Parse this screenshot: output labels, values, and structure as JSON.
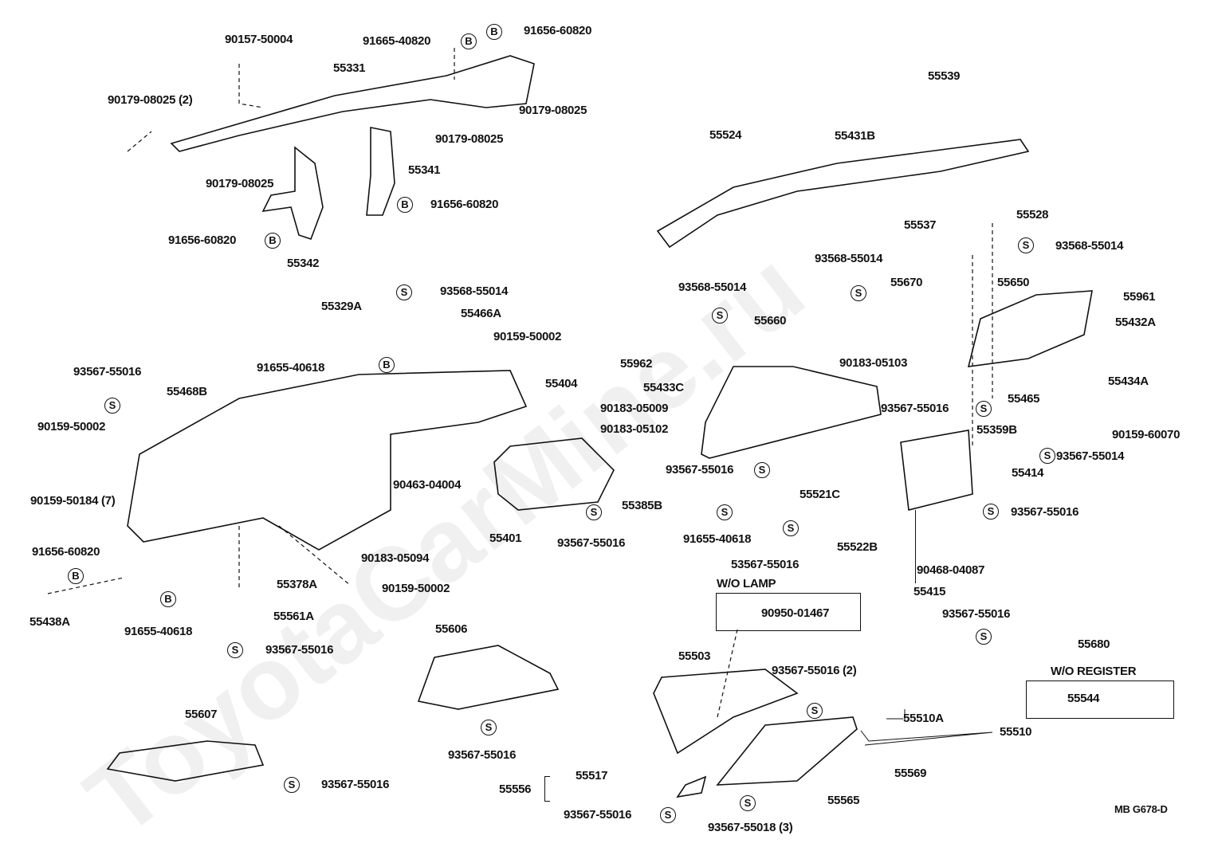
{
  "watermark": "ToyotaCarMine.ru",
  "diagram_code": "MB G678-D",
  "notes": {
    "wo_lamp": "W/O LAMP",
    "wo_register": "W/O REGISTER"
  },
  "markers": {
    "s": "S",
    "b": "B"
  },
  "labels": [
    "90157-50004",
    "91665-40820",
    "91656-60820",
    "55331",
    "90179-08025 (2)",
    "90179-08025",
    "90179-08025",
    "55341",
    "90179-08025",
    "91656-60820",
    "91656-60820",
    "55342",
    "55539",
    "55524",
    "55431B",
    "55537",
    "55528",
    "93568-55014",
    "93568-55014",
    "55670",
    "55650",
    "93568-55014",
    "55961",
    "55660",
    "55432A",
    "55962",
    "90183-05103",
    "55433C",
    "55434A",
    "55465",
    "93567-55016",
    "55359B",
    "90159-60070",
    "93567-55014",
    "55414",
    "93567-55016",
    "55385B",
    "55521C",
    "93567-55016",
    "91655-40618",
    "55522B",
    "53567-55016",
    "90468-04087",
    "55415",
    "90950-01467",
    "93567-55016",
    "55680",
    "55544",
    "55503",
    "93567-55016 (2)",
    "55510A",
    "55510",
    "55569",
    "55565",
    "55517",
    "55556",
    "93567-55016",
    "93567-55018 (3)",
    "55606",
    "93567-55016",
    "55607",
    "93567-55016",
    "55329A",
    "93568-55014",
    "55466A",
    "90159-50002",
    "91655-40618",
    "55404",
    "93567-55016",
    "55468B",
    "90159-50002",
    "90183-05009",
    "90183-05102",
    "90159-50184 (7)",
    "90463-04004",
    "55401",
    "93567-55016",
    "90183-05094",
    "91656-60820",
    "55378A",
    "90159-50002",
    "55438A",
    "55561A",
    "91655-40618",
    "93567-55016"
  ]
}
